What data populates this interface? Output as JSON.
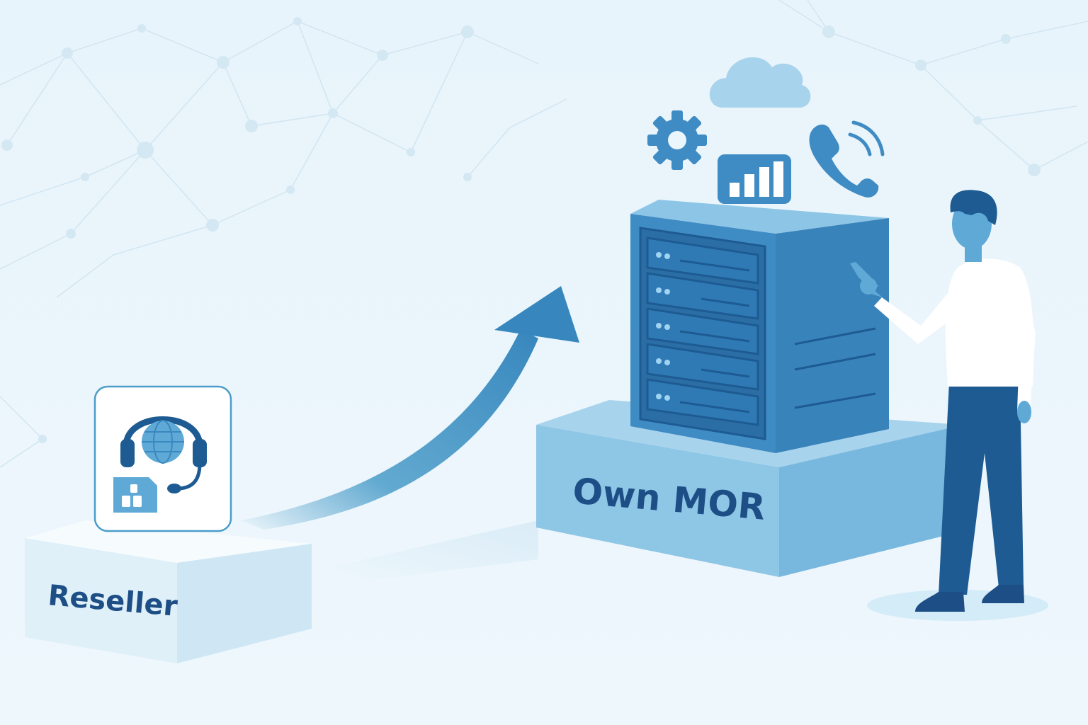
{
  "labels": {
    "reseller": "Reseller",
    "own_mor": "Own MOR"
  },
  "icons": {
    "background": "network-mesh",
    "reseller_card": "headset-globe-icon",
    "reseller_card_secondary": "sim-card-icon",
    "top_icons": [
      "gear-icon",
      "cloud-icon",
      "bar-chart-icon",
      "phone-icon"
    ],
    "main_object": "server-rack",
    "transition": "upward-arrow",
    "person": "man-pointing"
  },
  "colors": {
    "background": "#eaf5fc",
    "primary_blue": "#2f7ab5",
    "dark_blue": "#1d5b92",
    "light_blue": "#a9d4ee",
    "pale_blue": "#d4ecf8",
    "white": "#ffffff"
  }
}
